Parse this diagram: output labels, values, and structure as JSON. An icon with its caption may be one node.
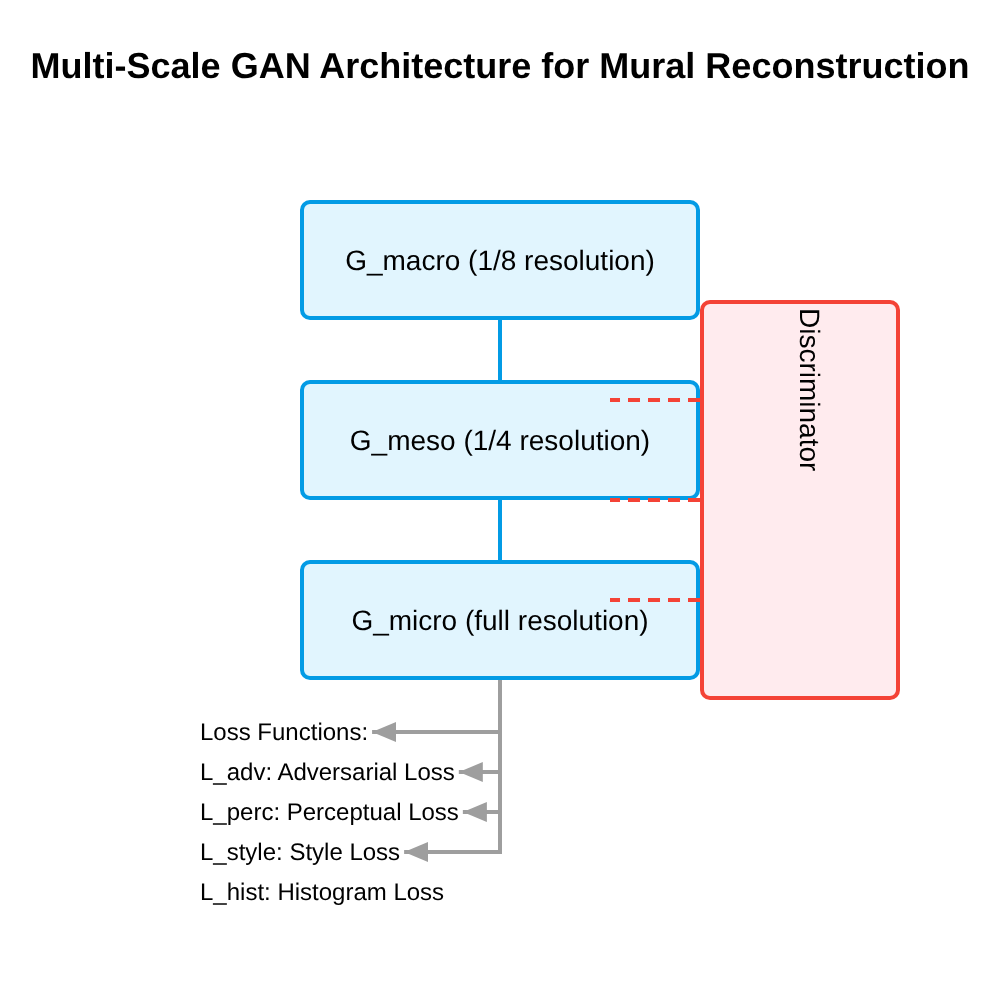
{
  "diagram": {
    "title": "Multi-Scale GAN Architecture for Mural Reconstruction",
    "nodes": [
      {
        "text": [
          "G_macro (1/8 resolution)"
        ]
      },
      {
        "text": [
          "G_meso (1/4 resolution)"
        ]
      },
      {
        "text": [
          "G_micro (full resolution)"
        ]
      },
      {
        "text": [
          "Discriminator"
        ]
      },
      {
        "text": [
          "Loss Functions:"
        ]
      },
      {
        "text": [
          "L_adv: Adversarial Loss"
        ]
      },
      {
        "text": [
          "L_perc: Perceptual Loss"
        ]
      },
      {
        "text": [
          "L_style: Style Loss"
        ]
      }
    ],
    "edges": [
      {
        "from": 0,
        "to": 1,
        "arrow": "none",
        "color": "#039be5"
      },
      {
        "from": 1,
        "to": 2,
        "arrow": "none",
        "color": "#039be5"
      },
      {
        "from": 3,
        "to": 1,
        "arrow": "none",
        "style": "dashed",
        "color": "#f44336"
      },
      {
        "from": 3,
        "to": 1,
        "arrow": "none",
        "style": "dashed",
        "color": "#f44336"
      },
      {
        "from": 3,
        "to": 2,
        "arrow": "none",
        "style": "dashed",
        "color": "#f44336"
      },
      {
        "from": 2,
        "to": 4,
        "arrow": "to"
      },
      {
        "from": 2,
        "to": 5,
        "arrow": "to"
      },
      {
        "from": 2,
        "to": 6,
        "arrow": "to"
      },
      {
        "from": 2,
        "to": 7,
        "arrow": "to"
      }
    ],
    "labels": [
      "L_hist: Histogram Loss"
    ]
  }
}
